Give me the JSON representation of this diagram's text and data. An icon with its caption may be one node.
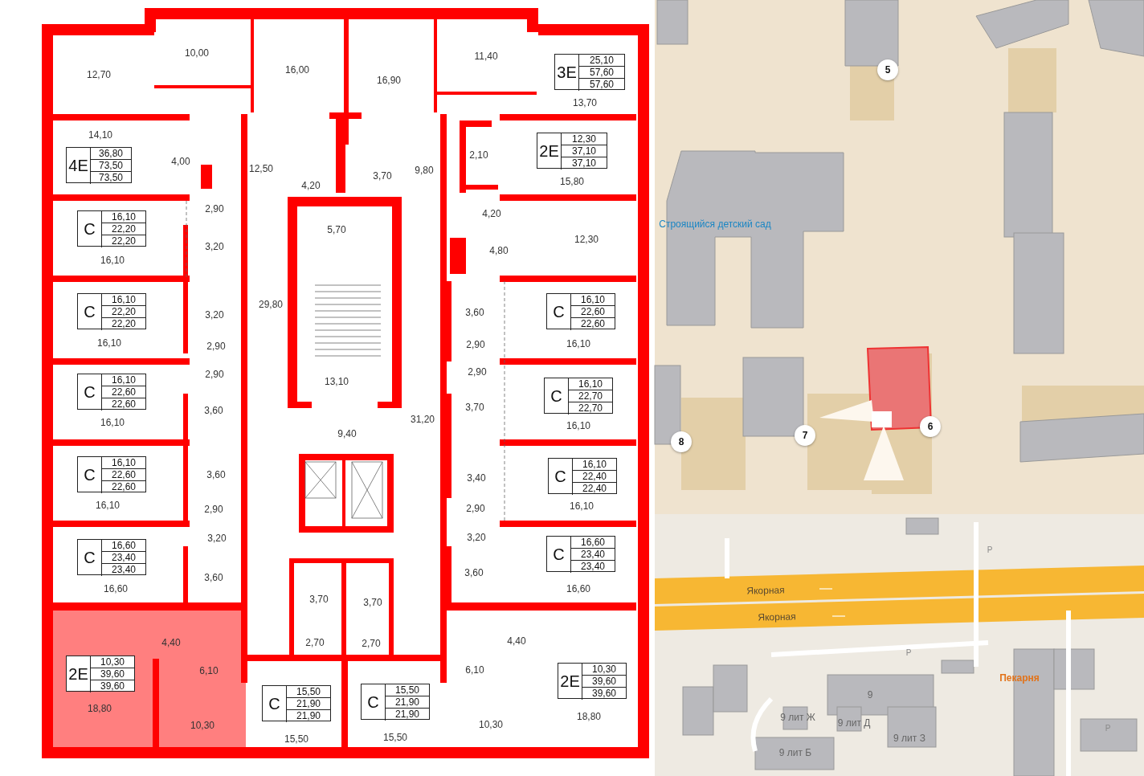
{
  "diagram": {
    "nodes": [
      {
        "text": [
          "3E",
          "25,10",
          "57,60",
          "57,60"
        ]
      },
      {
        "text": [
          "4E",
          "36,80",
          "73,50",
          "73,50"
        ]
      },
      {
        "text": [
          "2E",
          "12,30",
          "37,10",
          "37,10"
        ]
      },
      {
        "text": [
          "C",
          "16,10",
          "22,20",
          "22,20"
        ]
      },
      {
        "text": [
          "C",
          "16,10",
          "22,20",
          "22,20"
        ]
      },
      {
        "text": [
          "C",
          "16,10",
          "22,60",
          "22,60"
        ]
      },
      {
        "text": [
          "C",
          "16,10",
          "22,60",
          "22,60"
        ]
      },
      {
        "text": [
          "C",
          "16,10",
          "22,70",
          "22,70"
        ]
      },
      {
        "text": [
          "C",
          "16,10",
          "22,60",
          "22,60"
        ]
      },
      {
        "text": [
          "C",
          "16,10",
          "22,40",
          "22,40"
        ]
      },
      {
        "text": [
          "C",
          "16,60",
          "23,40",
          "23,40"
        ]
      },
      {
        "text": [
          "C",
          "16,60",
          "23,40",
          "23,40"
        ]
      },
      {
        "text": [
          "2E",
          "10,30",
          "39,60",
          "39,60"
        ]
      },
      {
        "text": [
          "2E",
          "10,30",
          "39,60",
          "39,60"
        ]
      },
      {
        "text": [
          "C",
          "15,50",
          "21,90",
          "21,90"
        ]
      },
      {
        "text": [
          "C",
          "15,50",
          "21,90",
          "21,90"
        ]
      },
      {
        "text": [
          "5"
        ]
      },
      {
        "text": [
          "8"
        ]
      },
      {
        "text": [
          "7"
        ]
      },
      {
        "text": [
          "6"
        ]
      }
    ],
    "labels": [
      "12,70",
      "10,00",
      "16,00",
      "16,90",
      "11,40",
      "13,70",
      "14,10",
      "4,00",
      "12,50",
      "4,20",
      "3,70",
      "9,80",
      "2,10",
      "15,80",
      "2,90",
      "5,70",
      "4,20",
      "12,30",
      "3,20",
      "4,80",
      "16,10",
      "29,80",
      "3,20",
      "3,60",
      "16,10",
      "2,90",
      "2,90",
      "16,10",
      "2,90",
      "13,10",
      "2,90",
      "31,20",
      "3,60",
      "3,70",
      "16,10",
      "16,10",
      "9,40",
      "3,60",
      "3,40",
      "16,10",
      "2,90",
      "2,90",
      "16,10",
      "3,20",
      "3,20",
      "3,60",
      "3,60",
      "16,60",
      "16,60",
      "3,70",
      "3,70",
      "4,40",
      "2,70",
      "2,70",
      "4,40",
      "6,10",
      "6,10",
      "18,80",
      "18,80",
      "10,30",
      "10,30",
      "15,50",
      "15,50",
      "Строящийся детский сад",
      "Якорная",
      "Якорная",
      "P",
      "P",
      "9",
      "9 лит Ж",
      "9 лит Д",
      "9 лит З",
      "9 лит Б",
      "Пекарня",
      "P"
    ]
  }
}
